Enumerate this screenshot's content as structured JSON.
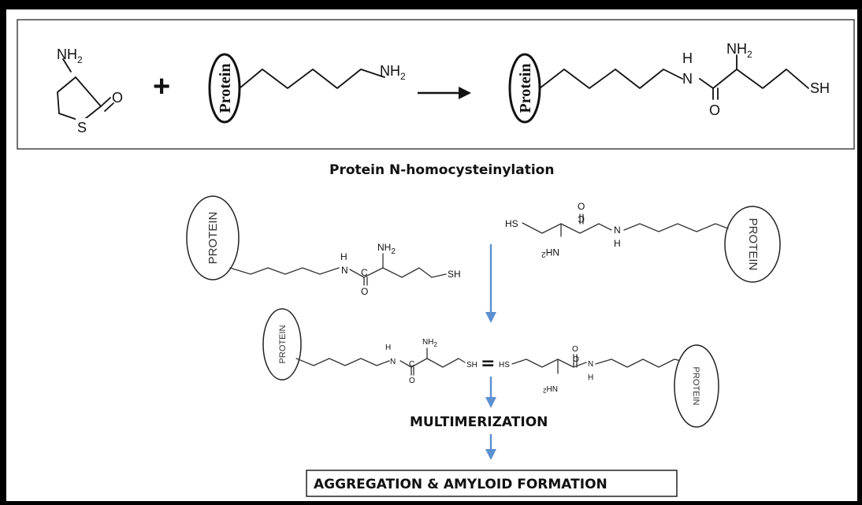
{
  "reaction": {
    "htl": {
      "nh2": "NH",
      "nh2_sub": "2",
      "o": "O",
      "s": "S"
    },
    "plus": "+",
    "protein_label": "Protein",
    "lys_nh2": "NH",
    "lys_nh2_sub": "2",
    "product": {
      "h": "H",
      "n": "N",
      "nh2": "NH",
      "nh2_sub": "2",
      "o": "O",
      "sh": "SH"
    }
  },
  "caption_top": "Protein N-homocysteinylation",
  "monomer_left": {
    "protein": "PROTEIN",
    "h": "H",
    "n": "N",
    "c": "C",
    "o": "O",
    "nh2": "NH",
    "nh2_sub": "2",
    "sh": "SH"
  },
  "monomer_right": {
    "protein": "PROTEIN",
    "hs": "HS",
    "nh2": "NH",
    "nh2_sub": "2",
    "c": "C",
    "o": "O",
    "n": "N",
    "h": "H"
  },
  "dimer": {
    "left_protein": "PROTEIN",
    "right_protein": "PROTEIN",
    "h": "H",
    "n": "N",
    "c": "C",
    "o": "O",
    "nh2": "NH",
    "nh2_sub": "2",
    "sh": "SH",
    "link": "=",
    "hs": "HS"
  },
  "caption_multimerization": "MULTIMERIZATION",
  "caption_final": "AGGREGATION & AMYLOID FORMATION",
  "colors": {
    "frame": "#000000",
    "panel": "#ffffff",
    "arrow": "#5b8fd0"
  }
}
